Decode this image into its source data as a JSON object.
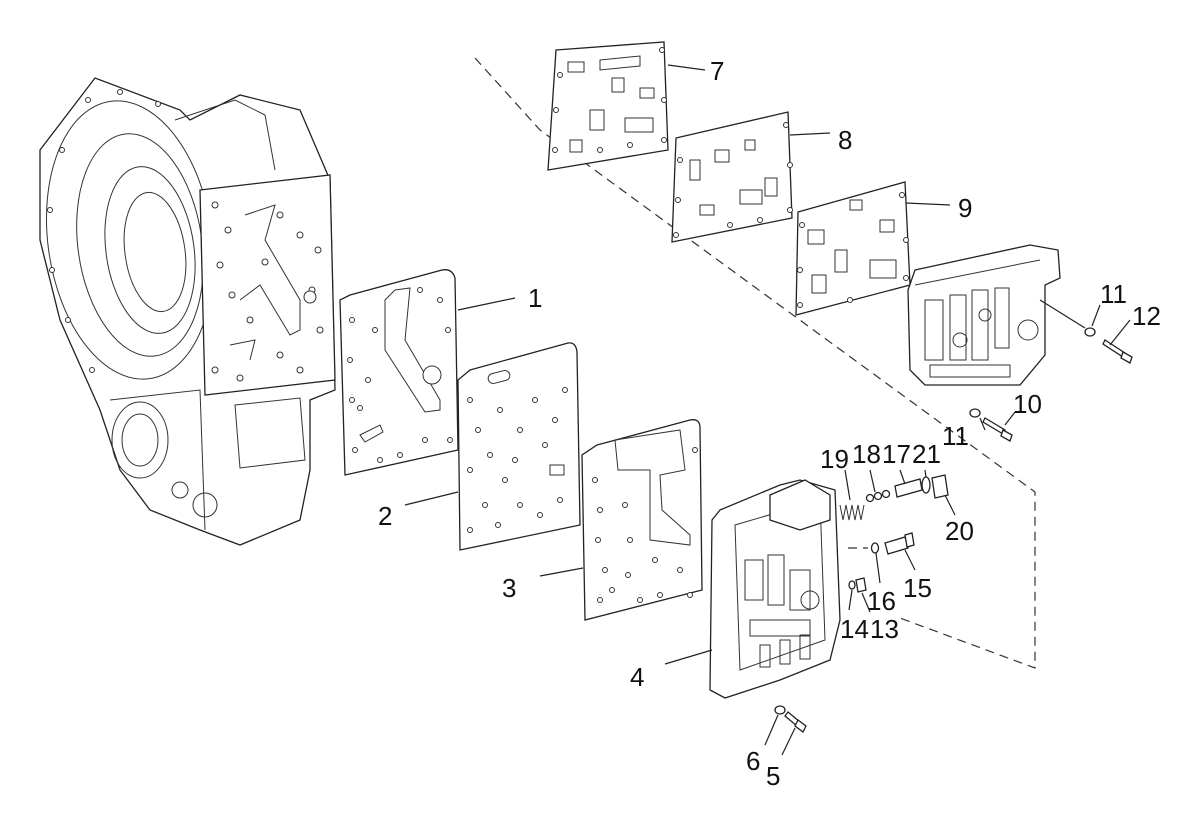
{
  "callouts": {
    "c1": "1",
    "c2": "2",
    "c3": "3",
    "c4": "4",
    "c5": "5",
    "c6": "6",
    "c7": "7",
    "c8": "8",
    "c9": "9",
    "c10": "10",
    "c11a": "11",
    "c11b": "11",
    "c12": "12",
    "c13": "13",
    "c14": "14",
    "c15": "15",
    "c16": "16",
    "c17": "17",
    "c18": "18",
    "c19": "19",
    "c20": "20",
    "c21": "21"
  }
}
